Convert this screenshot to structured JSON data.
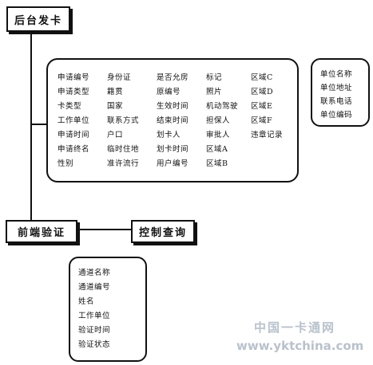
{
  "backend_issue": {
    "label": "后台发卡"
  },
  "card_fields": {
    "col1": [
      "申请编号",
      "申请类型",
      "卡类型",
      "工作单位",
      "申请时间",
      "申请终名",
      "性别"
    ],
    "col2": [
      "身份证",
      "籍贯",
      "国家",
      "联系方式",
      "户口",
      "临时住地",
      "准许流行"
    ],
    "col3": [
      "是否允房",
      "原编号",
      "生效时间",
      "结束时间",
      "划卡人",
      "划卡时间",
      "用户编号"
    ],
    "col4": [
      "标记",
      "照片",
      "机动驾驶",
      "担保人",
      "审批人",
      "区域A",
      "区域B"
    ],
    "col5": [
      "区域C",
      "区域D",
      "区域E",
      "区域F",
      "违章记录"
    ]
  },
  "unit_fields": [
    "单位名称",
    "单位地址",
    "联系电话",
    "单位编码"
  ],
  "frontend_verify": {
    "label": "前端验证"
  },
  "control_query": {
    "label": "控制查询"
  },
  "verify_fields": [
    "通道名称",
    "通道编号",
    "姓名",
    "工作单位",
    "验证时间",
    "验证状态"
  ],
  "watermark": {
    "cn": "中国一卡通网",
    "url": "www.yktchina.com"
  }
}
